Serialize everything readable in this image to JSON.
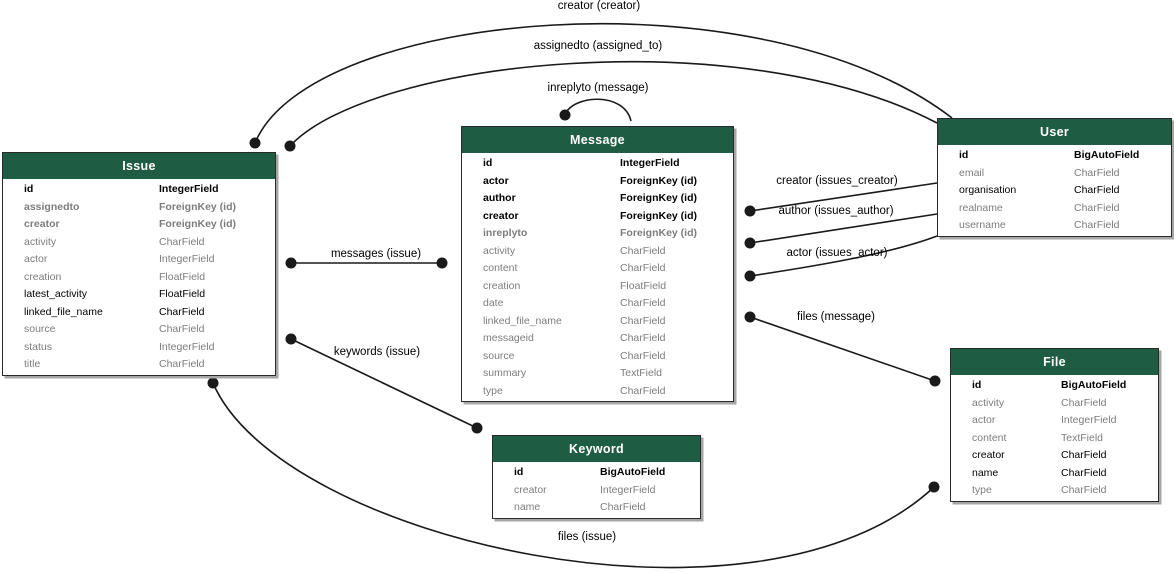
{
  "colors": {
    "bg": "#ffffff",
    "header_bg": "#1f5c44",
    "header_text": "#ffffff",
    "text": "#000000",
    "muted": "#7d7d7d",
    "border": "#2a2a2a",
    "shadow": "#a6a6a6",
    "edge": "#1a1a1a"
  },
  "tables": {
    "issue": {
      "title": "Issue",
      "fields": [
        {
          "name": "id",
          "type": "IntegerField",
          "style": "bold"
        },
        {
          "name": "assignedto",
          "type": "ForeignKey (id)",
          "style": "bolddim"
        },
        {
          "name": "creator",
          "type": "ForeignKey (id)",
          "style": "bolddim"
        },
        {
          "name": "activity",
          "type": "CharField",
          "style": "dim"
        },
        {
          "name": "actor",
          "type": "IntegerField",
          "style": "dim"
        },
        {
          "name": "creation",
          "type": "FloatField",
          "style": "dim"
        },
        {
          "name": "latest_activity",
          "type": "FloatField",
          "style": "plain"
        },
        {
          "name": "linked_file_name",
          "type": "CharField",
          "style": "plain"
        },
        {
          "name": "source",
          "type": "CharField",
          "style": "dim"
        },
        {
          "name": "status",
          "type": "IntegerField",
          "style": "dim"
        },
        {
          "name": "title",
          "type": "CharField",
          "style": "dim"
        }
      ]
    },
    "message": {
      "title": "Message",
      "fields": [
        {
          "name": "id",
          "type": "IntegerField",
          "style": "bold"
        },
        {
          "name": "actor",
          "type": "ForeignKey (id)",
          "style": "bold"
        },
        {
          "name": "author",
          "type": "ForeignKey (id)",
          "style": "bold"
        },
        {
          "name": "creator",
          "type": "ForeignKey (id)",
          "style": "bold"
        },
        {
          "name": "inreplyto",
          "type": "ForeignKey (id)",
          "style": "bolddim"
        },
        {
          "name": "activity",
          "type": "CharField",
          "style": "dim"
        },
        {
          "name": "content",
          "type": "CharField",
          "style": "dim"
        },
        {
          "name": "creation",
          "type": "FloatField",
          "style": "dim"
        },
        {
          "name": "date",
          "type": "CharField",
          "style": "dim"
        },
        {
          "name": "linked_file_name",
          "type": "CharField",
          "style": "dim"
        },
        {
          "name": "messageid",
          "type": "CharField",
          "style": "dim"
        },
        {
          "name": "source",
          "type": "CharField",
          "style": "dim"
        },
        {
          "name": "summary",
          "type": "TextField",
          "style": "dim"
        },
        {
          "name": "type",
          "type": "CharField",
          "style": "dim"
        }
      ]
    },
    "user": {
      "title": "User",
      "fields": [
        {
          "name": "id",
          "type": "BigAutoField",
          "style": "bold"
        },
        {
          "name": "email",
          "type": "CharField",
          "style": "dim"
        },
        {
          "name": "organisation",
          "type": "CharField",
          "style": "plain"
        },
        {
          "name": "realname",
          "type": "CharField",
          "style": "dim"
        },
        {
          "name": "username",
          "type": "CharField",
          "style": "dim"
        }
      ]
    },
    "keyword": {
      "title": "Keyword",
      "fields": [
        {
          "name": "id",
          "type": "BigAutoField",
          "style": "bold"
        },
        {
          "name": "creator",
          "type": "IntegerField",
          "style": "dim"
        },
        {
          "name": "name",
          "type": "CharField",
          "style": "dim"
        }
      ]
    },
    "file": {
      "title": "File",
      "fields": [
        {
          "name": "id",
          "type": "BigAutoField",
          "style": "bold"
        },
        {
          "name": "activity",
          "type": "CharField",
          "style": "dim"
        },
        {
          "name": "actor",
          "type": "IntegerField",
          "style": "dim"
        },
        {
          "name": "content",
          "type": "TextField",
          "style": "dim"
        },
        {
          "name": "creator",
          "type": "CharField",
          "style": "plain"
        },
        {
          "name": "name",
          "type": "CharField",
          "style": "plain"
        },
        {
          "name": "type",
          "type": "CharField",
          "style": "dim"
        }
      ]
    }
  },
  "edges": {
    "creator_creator": {
      "label": "creator (creator)"
    },
    "assignedto_assigned_to": {
      "label": "assignedto (assigned_to)"
    },
    "inreplyto_message": {
      "label": "inreplyto (message)"
    },
    "creator_issues_creator": {
      "label": "creator (issues_creator)"
    },
    "author_issues_author": {
      "label": "author (issues_author)"
    },
    "actor_issues_actor": {
      "label": "actor (issues_actor)"
    },
    "files_message": {
      "label": "files (message)"
    },
    "messages_issue": {
      "label": "messages (issue)"
    },
    "keywords_issue": {
      "label": "keywords (issue)"
    },
    "files_issue": {
      "label": "files (issue)"
    }
  }
}
